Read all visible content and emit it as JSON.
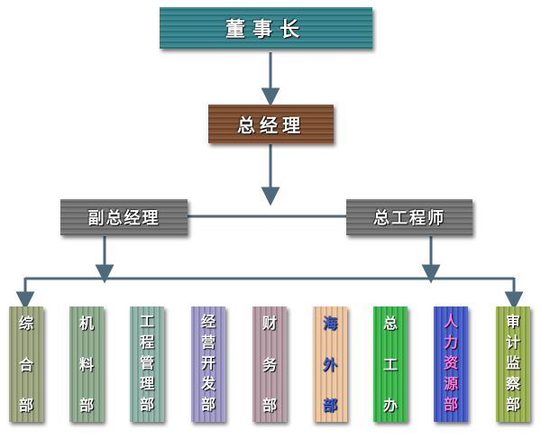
{
  "top": {
    "label": "董事长",
    "color": "#2f7f87"
  },
  "gm": {
    "label": "总经理",
    "color": "#7a4a2a"
  },
  "deputy": {
    "label": "副总经理",
    "color": "#6f6f6f"
  },
  "chief_engineer": {
    "label": "总工程师",
    "color": "#6f6f6f"
  },
  "line_color": "#4d6a7c",
  "departments": [
    {
      "chars": [
        "综",
        "合",
        "部"
      ],
      "bg": "#9aa37c",
      "text": "#ffffff"
    },
    {
      "chars": [
        "机",
        "料",
        "部"
      ],
      "bg": "#8aa989",
      "text": "#ffffff"
    },
    {
      "chars": [
        "工",
        "程",
        "管",
        "理",
        "部"
      ],
      "bg": "#8bb0a5",
      "text": "#ffffff"
    },
    {
      "chars": [
        "经",
        "营",
        "开",
        "发",
        "部"
      ],
      "bg": "#9d97c7",
      "text": "#ffffff"
    },
    {
      "chars": [
        "财",
        "务",
        "部"
      ],
      "bg": "#b399a2",
      "text": "#ffffff"
    },
    {
      "chars": [
        "海",
        "外",
        "部"
      ],
      "bg": "#ecc39a",
      "text": "#3a5fd0"
    },
    {
      "chars": [
        "总",
        "工",
        "办"
      ],
      "bg": "#33b545",
      "text": "#ffffff"
    },
    {
      "chars": [
        "人",
        "力",
        "资",
        "源",
        "部"
      ],
      "bg": "#3d56c8",
      "text": "#ff7de0"
    },
    {
      "chars": [
        "审",
        "计",
        "监",
        "察",
        "部"
      ],
      "bg": "#98b04a",
      "text": "#ffffff"
    }
  ]
}
